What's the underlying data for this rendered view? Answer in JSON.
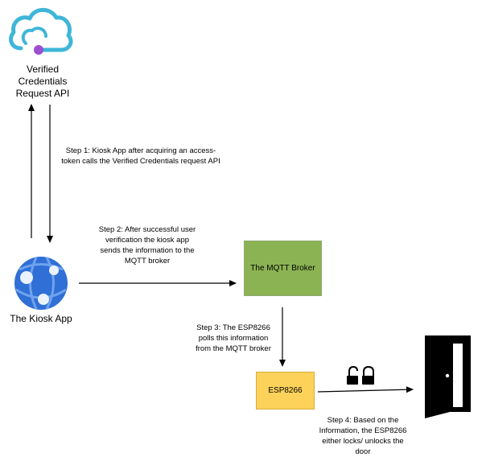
{
  "nodes": {
    "vc_api": "Verified Credentials Request API",
    "kiosk_app": "The Kiosk App",
    "mqtt_broker": "The MQTT Broker",
    "esp": "ESP8266"
  },
  "steps": {
    "step1": "Step 1: Kiosk App after acquiring an access-token calls the Verified Credentials request API",
    "step2": "Step 2: After successful user verification the kiosk app sends the information to the MQTT broker",
    "step3": "Step 3: The ESP8266 polls this information from the MQTT broker",
    "step4": "Step 4: Based on the Information, the ESP8266 either locks/ unlocks the door"
  },
  "icons": {
    "cloud": "cloud-icon",
    "app": "web-app-icon",
    "locks": "lock-icons",
    "door": "door-icon"
  },
  "colors": {
    "cloud": "#3fb6d8",
    "cloud_dot": "#9c4fd1",
    "app": "#2f6fd6",
    "mqtt_box": "#8bb353",
    "esp_box": "#fdd25a",
    "door": "#000000"
  }
}
